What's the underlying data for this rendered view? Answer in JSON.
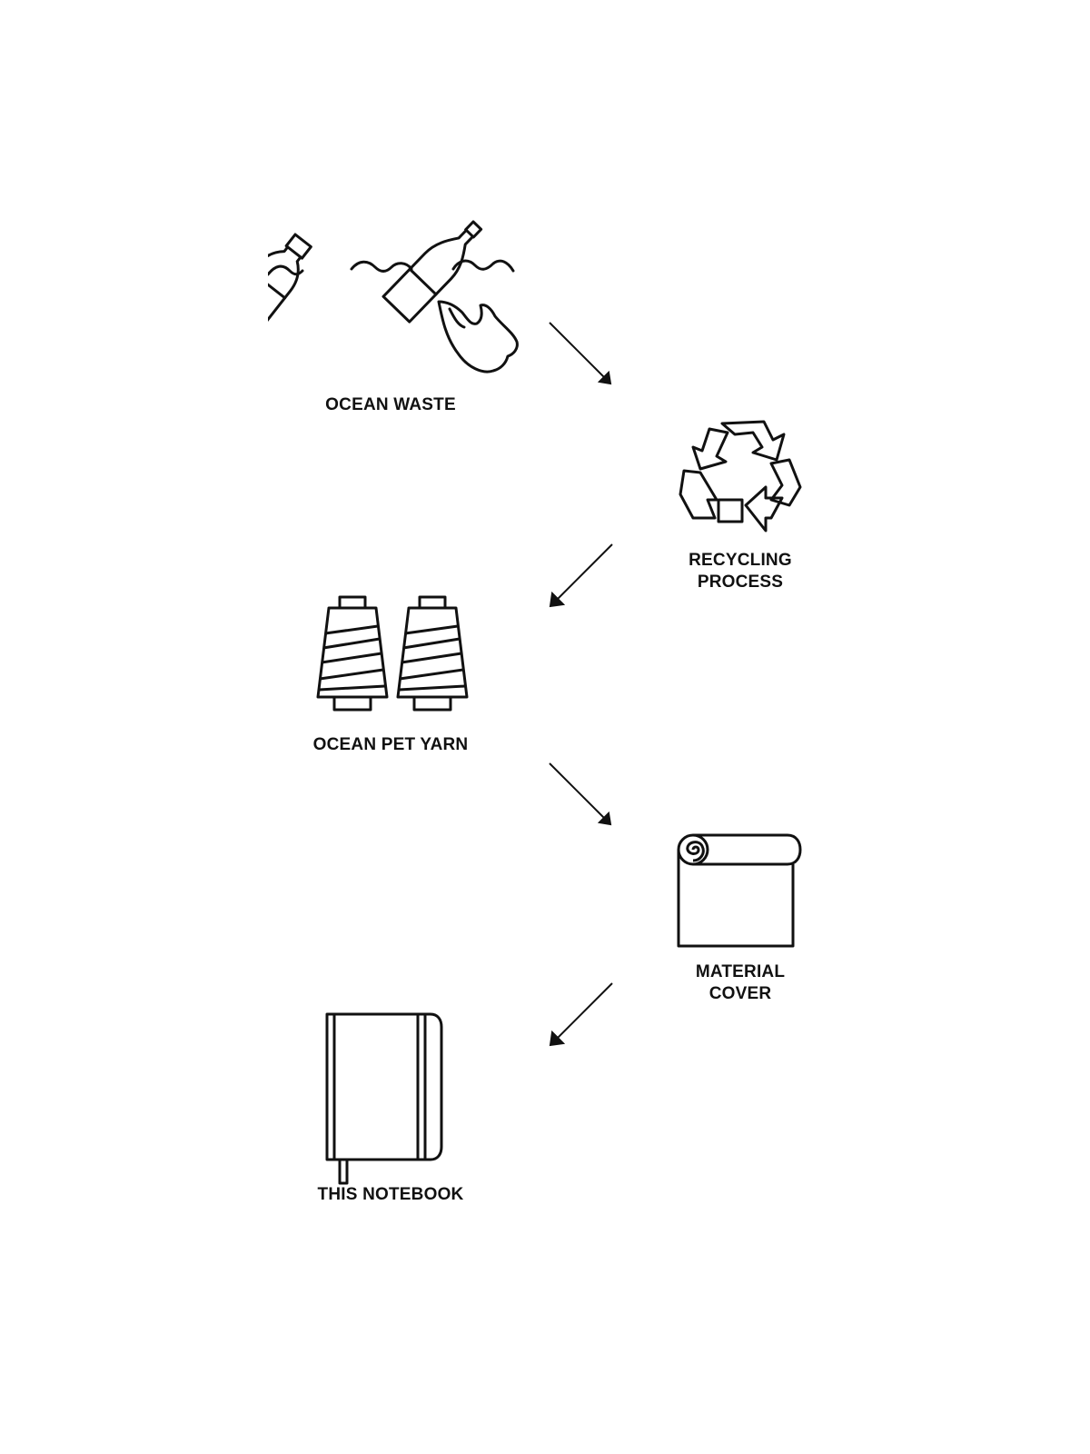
{
  "diagram": {
    "steps": [
      {
        "id": "ocean-waste",
        "lines": [
          "OCEAN WASTE"
        ],
        "icon": "ocean-waste-icon"
      },
      {
        "id": "recycling",
        "lines": [
          "RECYCLING",
          "PROCESS"
        ],
        "icon": "recycle-icon"
      },
      {
        "id": "yarn",
        "lines": [
          "OCEAN PET YARN"
        ],
        "icon": "yarn-spools-icon"
      },
      {
        "id": "material",
        "lines": [
          "MATERIAL",
          "COVER"
        ],
        "icon": "material-roll-icon"
      },
      {
        "id": "notebook",
        "lines": [
          "THIS NOTEBOOK"
        ],
        "icon": "notebook-icon"
      }
    ],
    "colors": {
      "stroke": "#111111",
      "background": "#ffffff"
    }
  }
}
